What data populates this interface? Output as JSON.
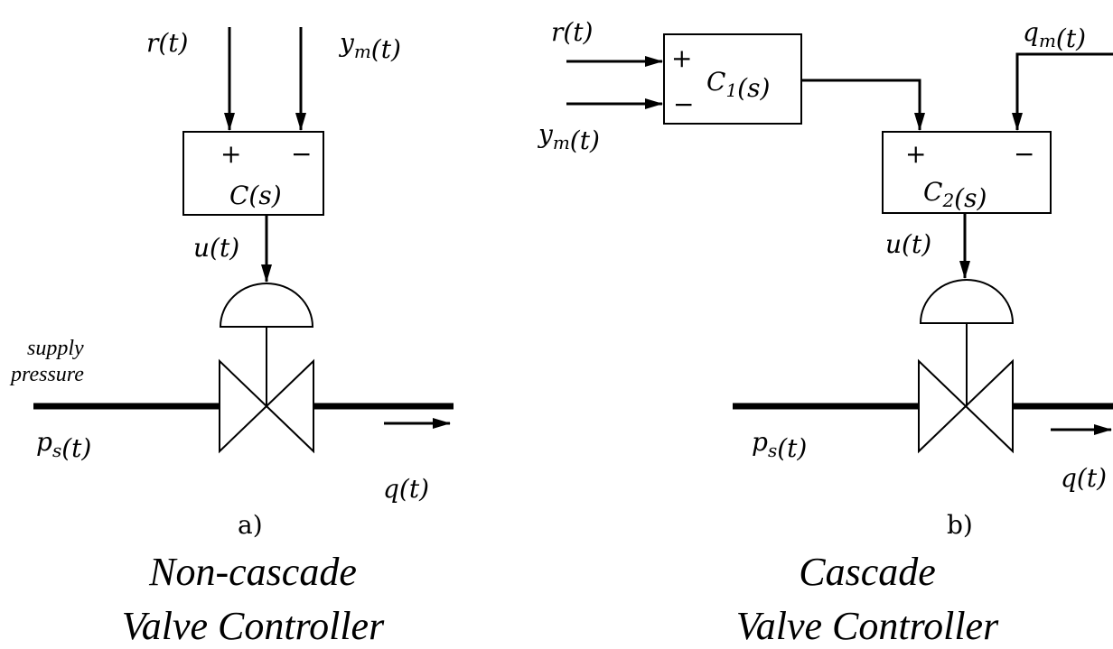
{
  "diagram_a": {
    "input_r": "r(t)",
    "input_ym": "y_m(t)",
    "block_plus": "+",
    "block_minus": "−",
    "block_label": "C(s)",
    "control_signal": "u(t)",
    "supply_label_line1": "supply",
    "supply_label_line2": "pressure",
    "supply_pressure": "p_s(t)",
    "flow": "q(t)",
    "part_label": "a)",
    "caption_line1": "Non-cascade",
    "caption_line2": "Valve Controller"
  },
  "diagram_b": {
    "input_r": "r(t)",
    "input_ym": "y_m(t)",
    "input_qm": "q_m(t)",
    "block1_plus": "+",
    "block1_minus": "−",
    "block1_label": "C_1(s)",
    "block2_plus": "+",
    "block2_minus": "−",
    "block2_label": "C_2(s)",
    "control_signal": "u(t)",
    "supply_pressure": "p_s(t)",
    "flow": "q(t)",
    "part_label": "b)",
    "caption_line1": "Cascade",
    "caption_line2": "Valve Controller"
  }
}
